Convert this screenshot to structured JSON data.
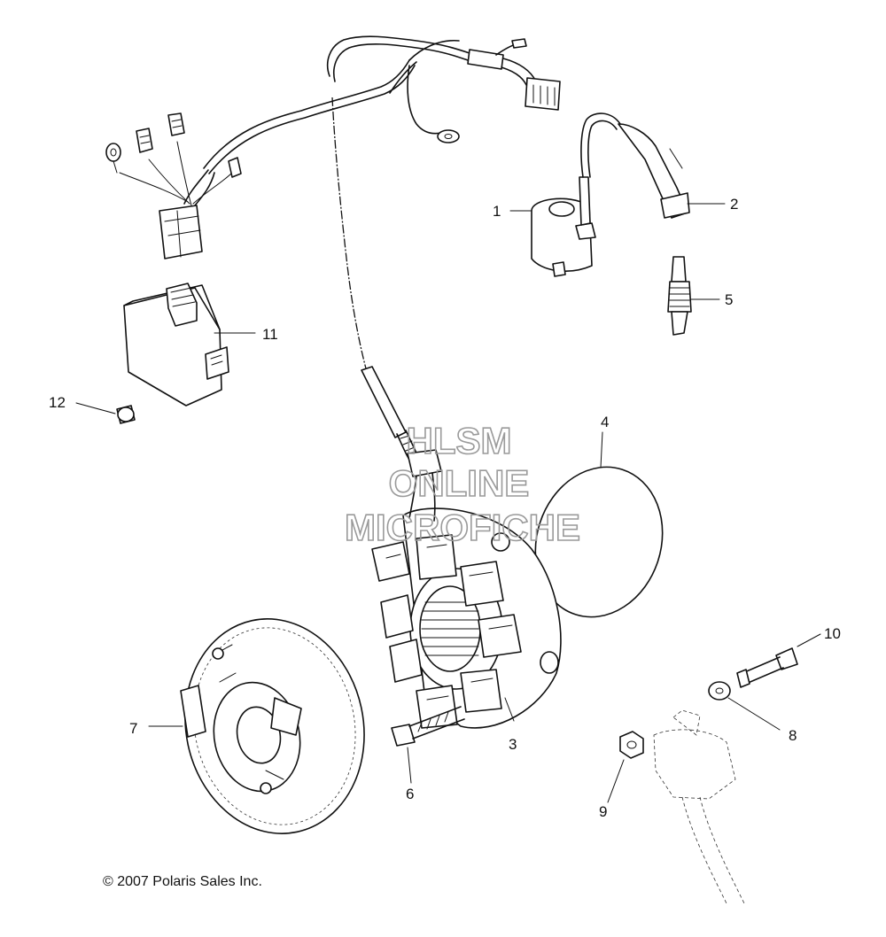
{
  "callouts": [
    "1",
    "2",
    "3",
    "4",
    "5",
    "6",
    "7",
    "8",
    "9",
    "10",
    "11",
    "12"
  ],
  "watermark": {
    "line1": "HLSM",
    "line2": "ONLINE",
    "line3": "MICROFICHE"
  },
  "copyright": "© 2007 Polaris Sales Inc."
}
